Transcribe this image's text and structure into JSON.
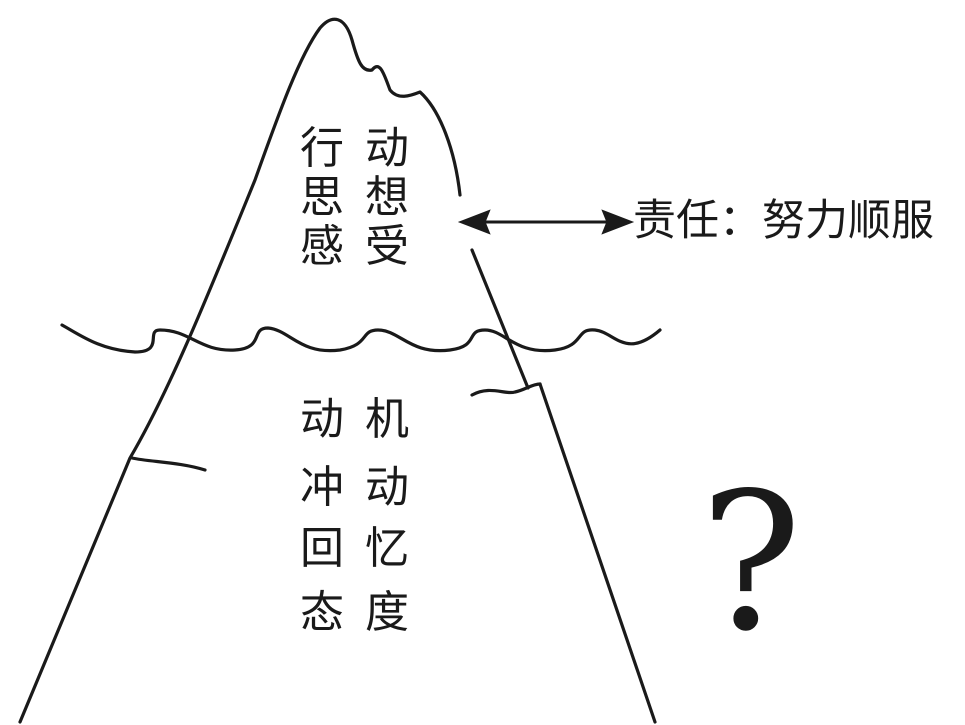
{
  "above_water": {
    "rows": [
      {
        "left": "行",
        "right": "动"
      },
      {
        "left": "思",
        "right": "想"
      },
      {
        "left": "感",
        "right": "受"
      }
    ]
  },
  "responsibility_label": "责任：努力顺服",
  "below_water": {
    "rows": [
      {
        "left": "动",
        "right": "机"
      },
      {
        "left": "冲",
        "right": "动"
      },
      {
        "left": "回",
        "right": "忆"
      },
      {
        "left": "态",
        "right": "度"
      }
    ]
  },
  "question_mark": "?"
}
